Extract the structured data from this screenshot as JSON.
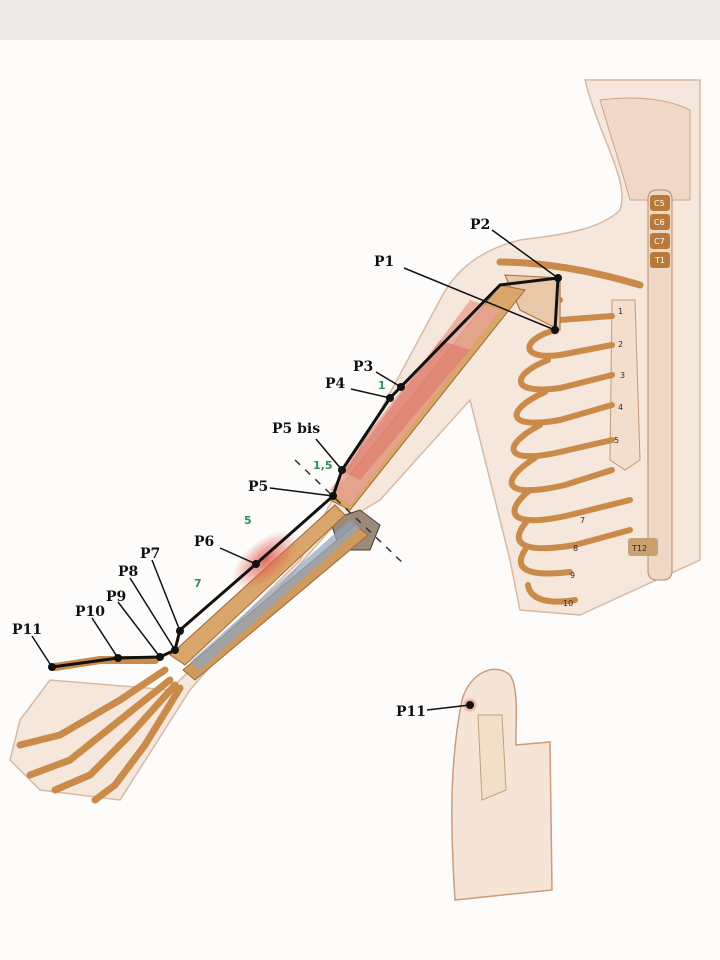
{
  "points": {
    "p1": "P1",
    "p2": "P2",
    "p3": "P3",
    "p4": "P4",
    "p5bis": "P5 bis",
    "p5": "P5",
    "p6": "P6",
    "p7": "P7",
    "p8": "P8",
    "p9": "P9",
    "p10": "P10",
    "p11": "P11",
    "p11_inset": "P11"
  },
  "distances": {
    "d1": "1",
    "d15": "1,5",
    "d5": "5",
    "d7": "7"
  },
  "vertebrae": {
    "c5": "C5",
    "c6": "C6",
    "c7": "C7",
    "t1": "T1",
    "t12": "T12"
  },
  "ribs": [
    "1",
    "2",
    "3",
    "4",
    "5",
    "7",
    "8",
    "9",
    "10"
  ]
}
